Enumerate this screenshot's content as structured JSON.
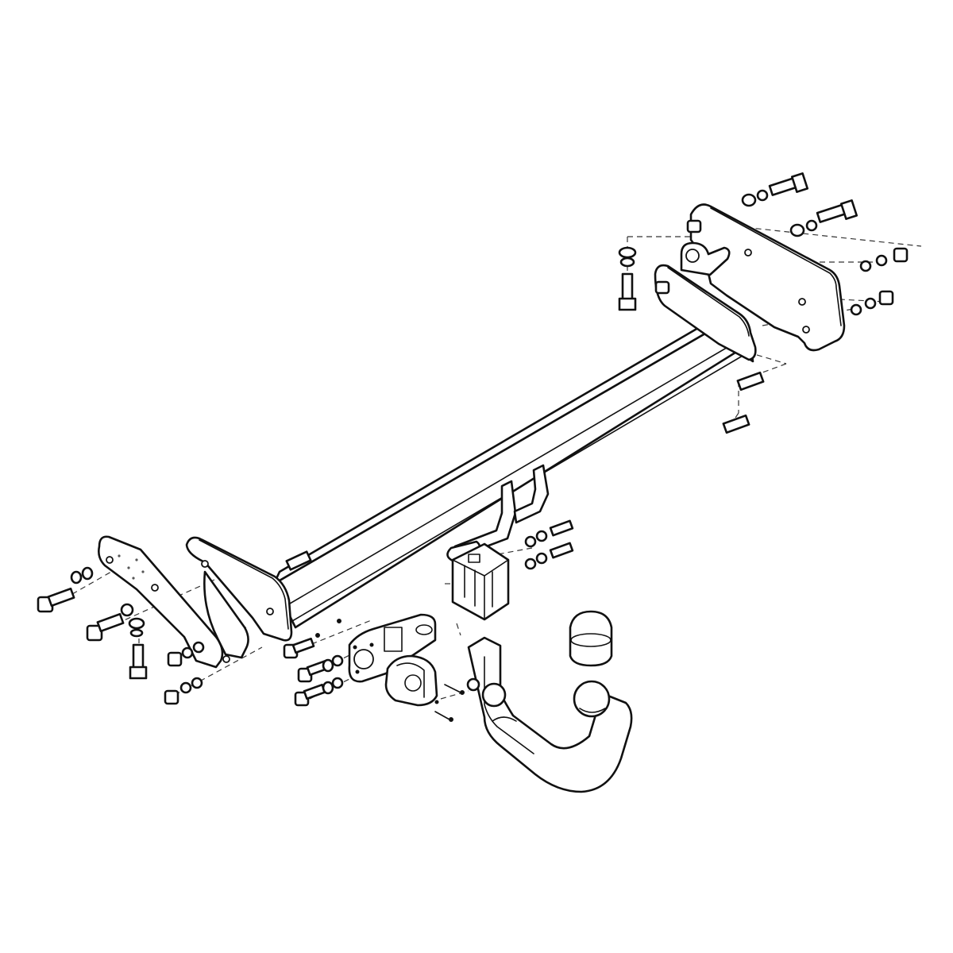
{
  "diagram": {
    "type": "exploded-assembly-drawing",
    "parts": {
      "crossbar": "crossbar-beam",
      "left_brackets": [
        "left-outer-bracket",
        "left-inner-bracket"
      ],
      "right_brackets": [
        "right-outer-bracket",
        "right-inner-bracket"
      ],
      "tow_ball": "tow-ball-neck",
      "ball_cap": "ball-cap",
      "receiver": "receiver-socket",
      "socket_plate": "electrical-socket-plate",
      "socket": "electrical-socket-7-pin"
    },
    "colors": {
      "line": "#111111",
      "background": "#ffffff"
    }
  }
}
